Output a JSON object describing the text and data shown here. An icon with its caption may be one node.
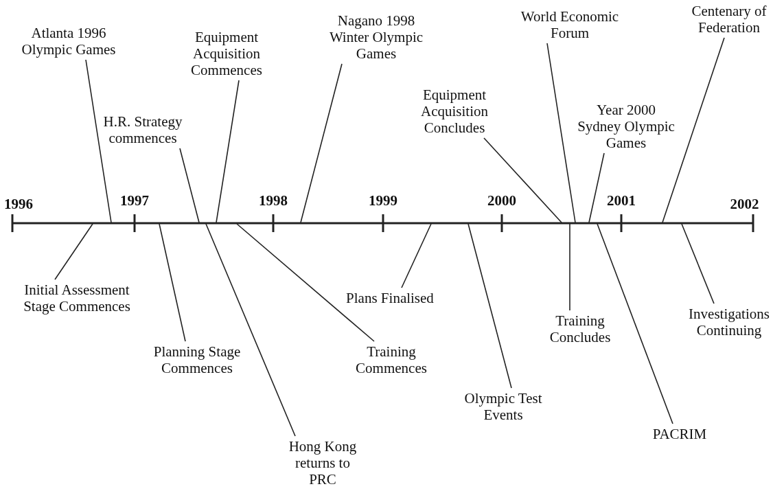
{
  "diagram": {
    "nodes": [
      {
        "text": [
          "Atlanta 1996 Olympic Games"
        ]
      },
      {
        "text": [
          "H.R. Strategy commences"
        ]
      },
      {
        "text": [
          "Equipment Acquisition Commences"
        ]
      },
      {
        "text": [
          "Nagano 1998 Winter Olympic Games"
        ]
      },
      {
        "text": [
          "Equipment Acquisition Concludes"
        ]
      },
      {
        "text": [
          "World Economic Forum"
        ]
      },
      {
        "text": [
          "Year 2000 Sydney Olympic Games"
        ]
      },
      {
        "text": [
          "Centenary of Federation"
        ]
      },
      {
        "text": [
          "Initial Assessment Stage Commences"
        ]
      },
      {
        "text": [
          "Planning Stage Commences"
        ]
      },
      {
        "text": [
          "Hong Kong returns to PRC"
        ]
      },
      {
        "text": [
          "Training Commences"
        ]
      },
      {
        "text": [
          "Plans Finalised"
        ]
      },
      {
        "text": [
          "Olympic Test Events"
        ]
      },
      {
        "text": [
          "Training Concludes"
        ]
      },
      {
        "text": [
          "PACRIM"
        ]
      },
      {
        "text": [
          "Investigations Continuing"
        ]
      }
    ],
    "edges": [
      {
        "from": 0,
        "to": null,
        "arrow": "none"
      },
      {
        "from": 1,
        "to": null,
        "arrow": "none"
      },
      {
        "from": 2,
        "to": null,
        "arrow": "none"
      },
      {
        "from": 3,
        "to": null,
        "arrow": "none"
      },
      {
        "from": 4,
        "to": null,
        "arrow": "none"
      },
      {
        "from": 5,
        "to": null,
        "arrow": "none"
      },
      {
        "from": 6,
        "to": null,
        "arrow": "none"
      },
      {
        "from": 7,
        "to": null,
        "arrow": "none"
      },
      {
        "from": 8,
        "to": null,
        "arrow": "none"
      },
      {
        "from": 9,
        "to": null,
        "arrow": "none"
      },
      {
        "from": 10,
        "to": null,
        "arrow": "none"
      },
      {
        "from": 11,
        "to": null,
        "arrow": "none"
      },
      {
        "from": 12,
        "to": null,
        "arrow": "none"
      },
      {
        "from": 13,
        "to": null,
        "arrow": "none"
      },
      {
        "from": 14,
        "to": null,
        "arrow": "none"
      },
      {
        "from": 15,
        "to": null,
        "arrow": "none"
      },
      {
        "from": 16,
        "to": null,
        "arrow": "none"
      }
    ],
    "labels": [
      "1996",
      "1997",
      "1998",
      "1999",
      "2000",
      "2001",
      "2002"
    ]
  }
}
